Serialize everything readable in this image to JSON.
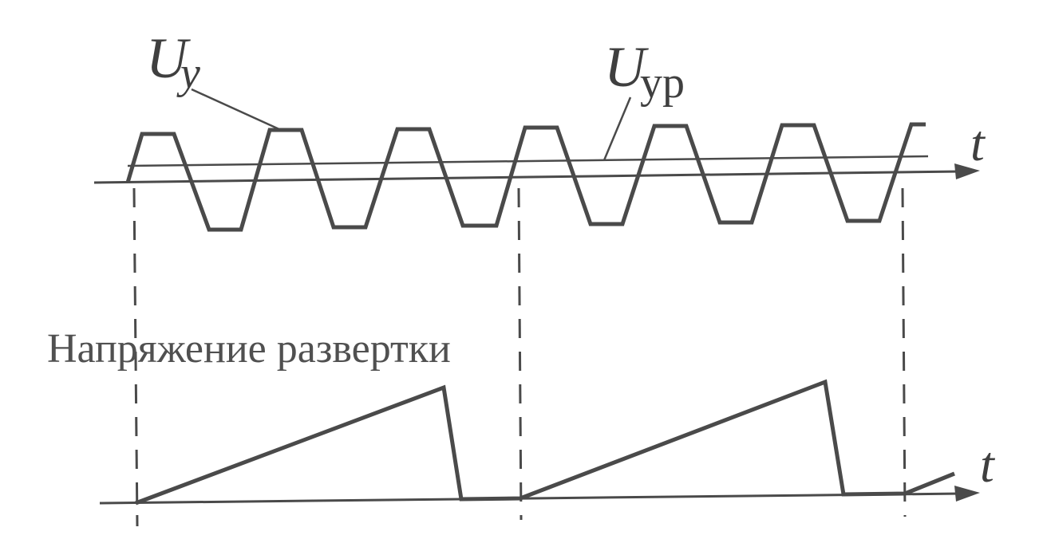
{
  "labels": {
    "u_y_main": "U",
    "u_y_sub": "y",
    "u_yp_main": "U",
    "u_yp_sub": "yp",
    "t_top": "t",
    "t_bottom": "t",
    "sweep_caption": "Напряжение развертки"
  },
  "colors": {
    "ink": "#4a4a4a",
    "background": "#ffffff"
  }
}
